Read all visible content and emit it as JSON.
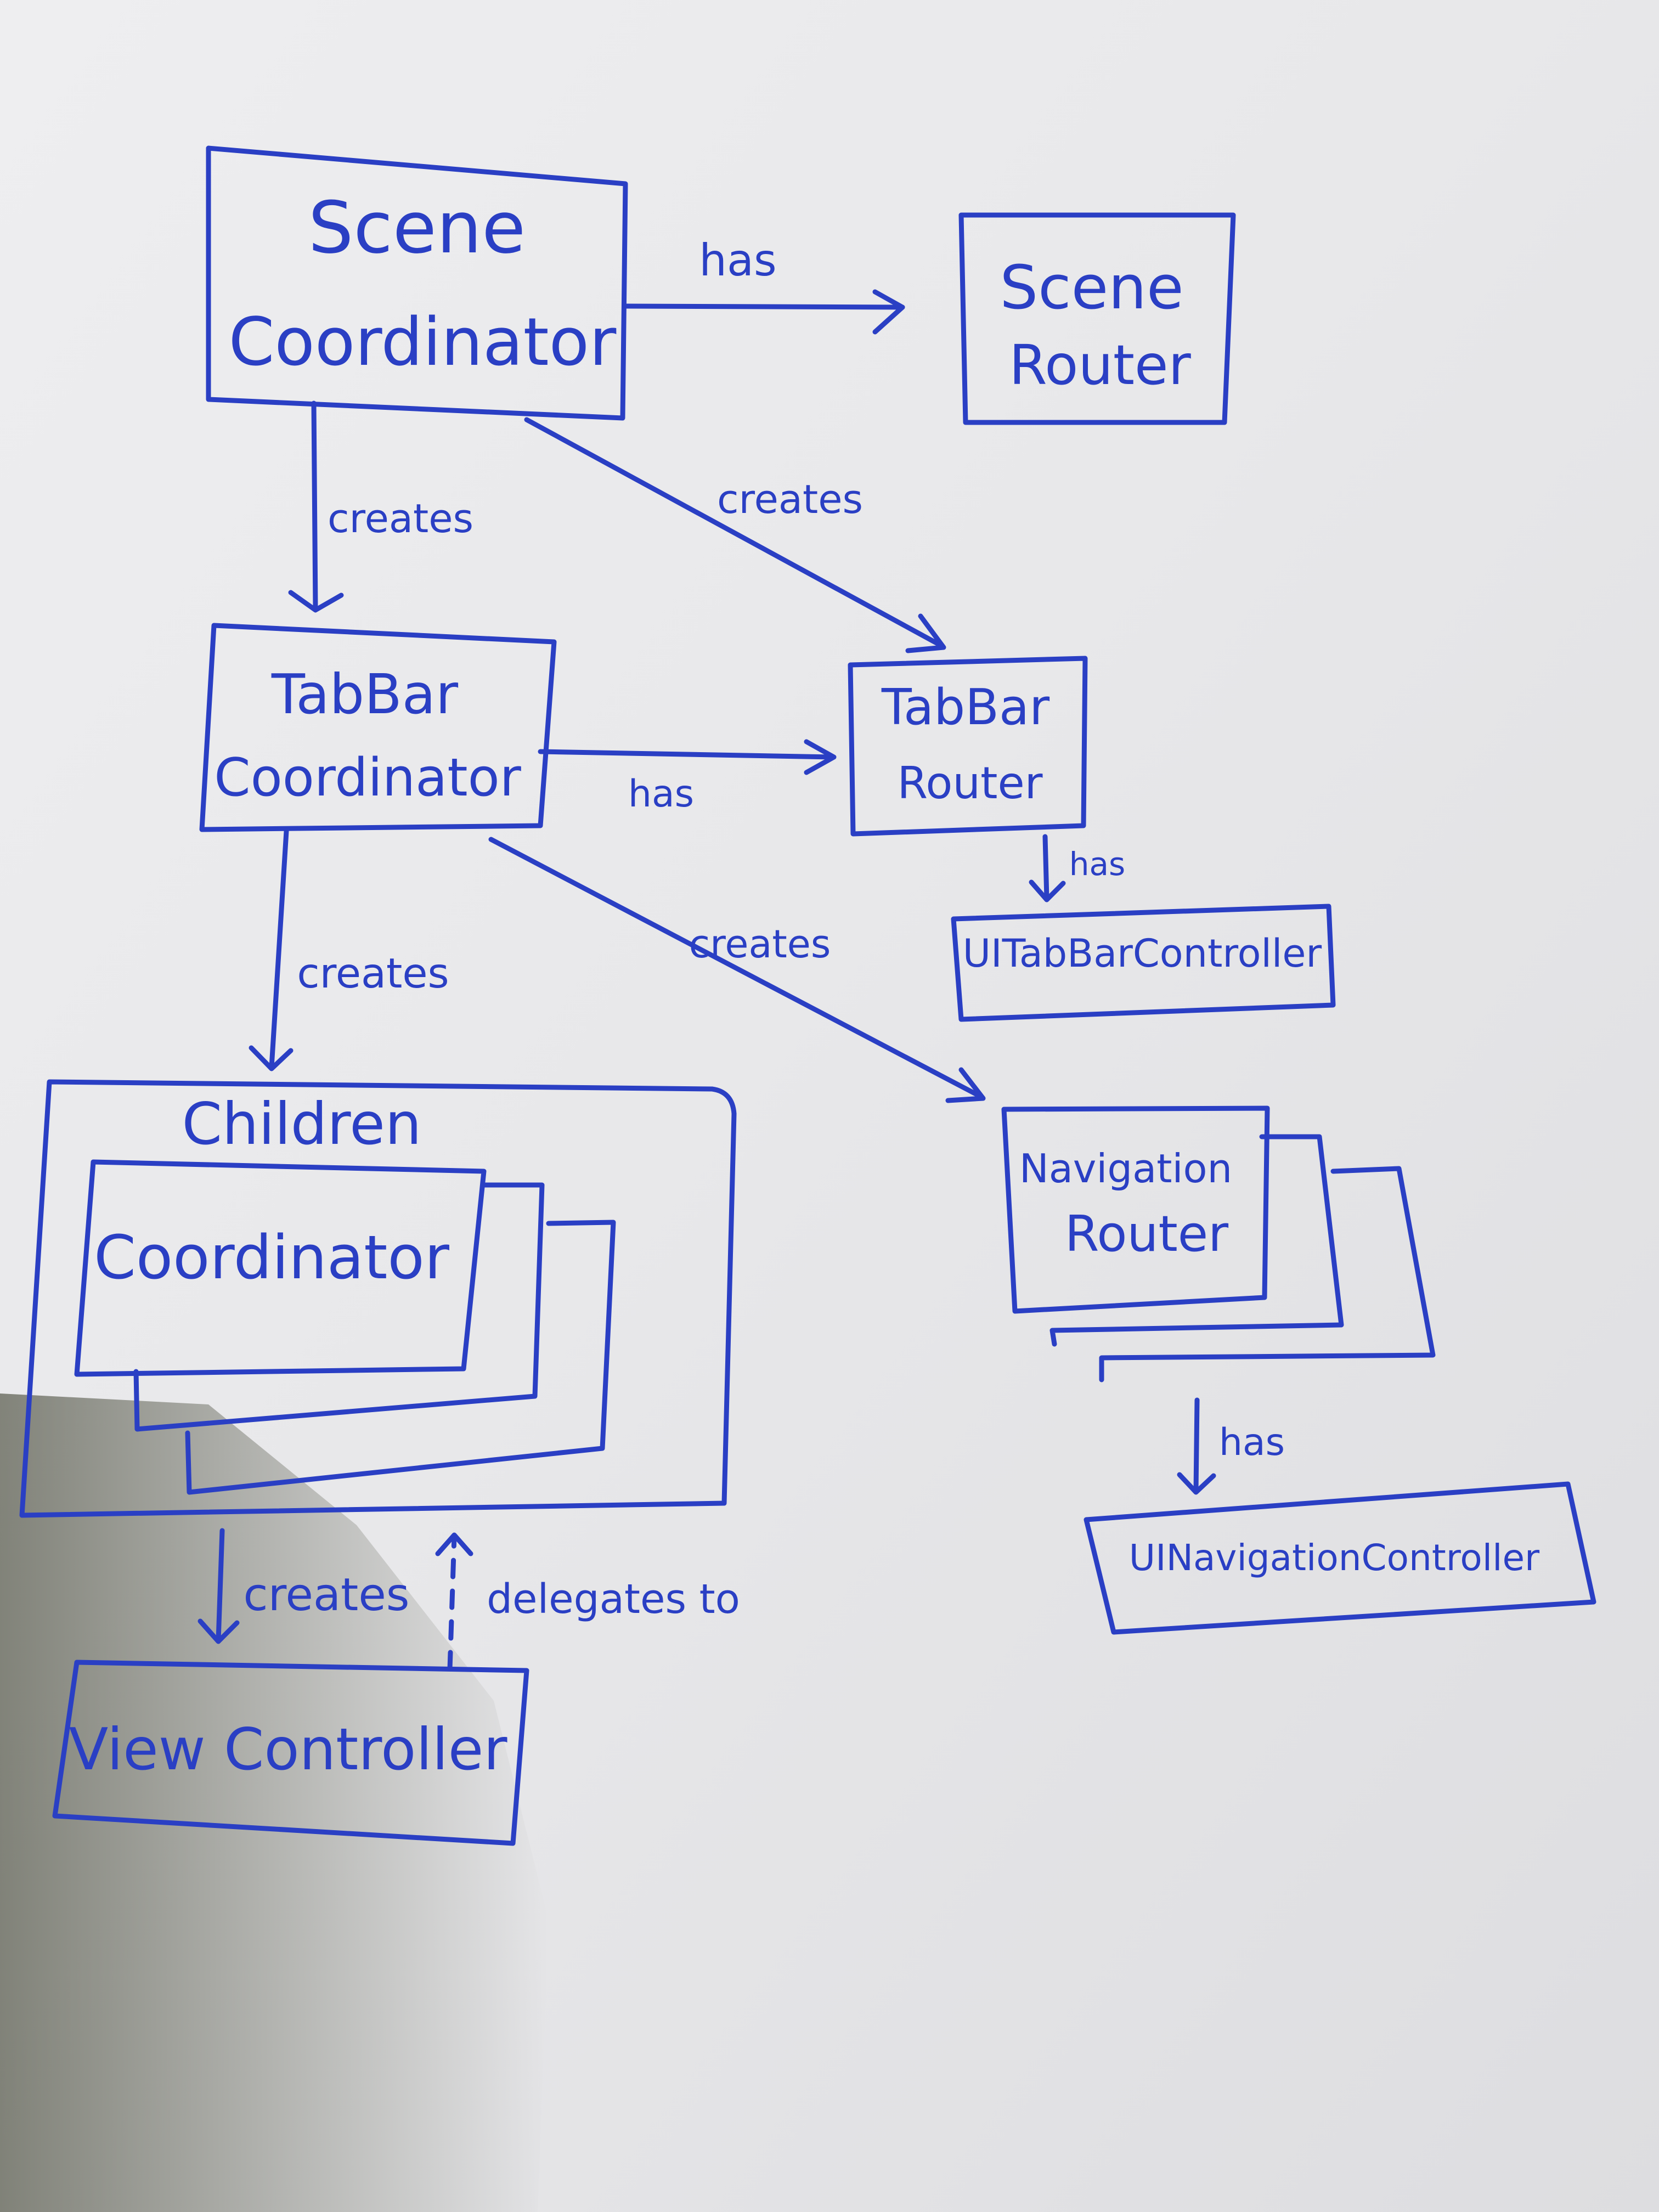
{
  "diagram": {
    "ink_color": "#2a3fc4",
    "paper_color": "#e6e6e8",
    "nodes": {
      "scene_coordinator": [
        "Scene",
        "Coordinator"
      ],
      "scene_router": [
        "Scene",
        "Router"
      ],
      "tabbar_coordinator": [
        "TabBar",
        "Coordinator"
      ],
      "tabbar_router": [
        "TabBar",
        "Router"
      ],
      "uitabbarcontroller": "UITabBarController",
      "children_title": "Children",
      "children_coordinator": "Coordinator",
      "navigation_router": [
        "Navigation",
        "Router"
      ],
      "uinavigationcontroller": "UINavigationController",
      "view_controller": "View Controller"
    },
    "edges": {
      "scene_has": "has",
      "scene_creates_tabbar_coordinator": "creates",
      "scene_creates_tabbar_router": "creates",
      "tabbar_has": "has",
      "tabbar_router_has": "has",
      "tabbar_creates_children": "creates",
      "tabbar_creates_navigation_router": "creates",
      "navigation_router_has": "has",
      "children_creates": "creates",
      "delegates_to": "delegates to"
    }
  }
}
